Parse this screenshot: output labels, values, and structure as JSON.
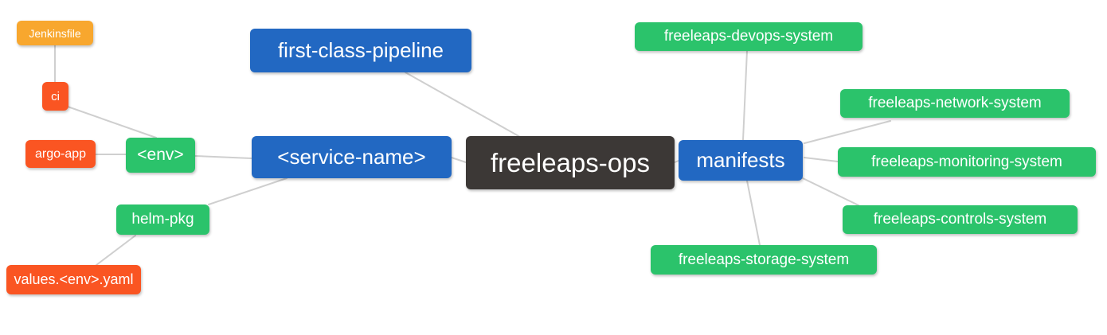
{
  "diagram": {
    "type": "mindmap",
    "background_color": "#ffffff",
    "connector_color": "#cfcfcf",
    "palette": {
      "blue": "#2268c2",
      "green": "#2bc36b",
      "red": "#fa5522",
      "orange": "#f8a72e",
      "dark": "#3c3836",
      "text": "#ffffff"
    },
    "nodes": {
      "freeleaps_ops": {
        "label": "freeleaps-ops",
        "color": "dark"
      },
      "first_class_pipeline": {
        "label": "first-class-pipeline",
        "color": "blue"
      },
      "service_name": {
        "label": "<service-name>",
        "color": "blue"
      },
      "manifests": {
        "label": "manifests",
        "color": "blue"
      },
      "env": {
        "label": "<env>",
        "color": "green"
      },
      "helm_pkg": {
        "label": "helm-pkg",
        "color": "green"
      },
      "jenkinsfile": {
        "label": "Jenkinsfile",
        "color": "orange"
      },
      "ci": {
        "label": "ci",
        "color": "red"
      },
      "argo_app": {
        "label": "argo-app",
        "color": "red"
      },
      "values_env_yaml": {
        "label": "values.<env>.yaml",
        "color": "red"
      },
      "devops_system": {
        "label": "freeleaps-devops-system",
        "color": "green"
      },
      "network_system": {
        "label": "freeleaps-network-system",
        "color": "green"
      },
      "monitoring_system": {
        "label": "freeleaps-monitoring-system",
        "color": "green"
      },
      "controls_system": {
        "label": "freeleaps-controls-system",
        "color": "green"
      },
      "storage_system": {
        "label": "freeleaps-storage-system",
        "color": "green"
      }
    },
    "edges": [
      {
        "from": "jenkinsfile",
        "to": "ci"
      },
      {
        "from": "ci",
        "to": "env"
      },
      {
        "from": "argo_app",
        "to": "env"
      },
      {
        "from": "env",
        "to": "service_name"
      },
      {
        "from": "helm_pkg",
        "to": "service_name"
      },
      {
        "from": "values_env_yaml",
        "to": "helm_pkg"
      },
      {
        "from": "first_class_pipeline",
        "to": "freeleaps_ops"
      },
      {
        "from": "service_name",
        "to": "freeleaps_ops"
      },
      {
        "from": "freeleaps_ops",
        "to": "manifests"
      },
      {
        "from": "manifests",
        "to": "devops_system"
      },
      {
        "from": "manifests",
        "to": "network_system"
      },
      {
        "from": "manifests",
        "to": "monitoring_system"
      },
      {
        "from": "manifests",
        "to": "controls_system"
      },
      {
        "from": "manifests",
        "to": "storage_system"
      }
    ]
  }
}
